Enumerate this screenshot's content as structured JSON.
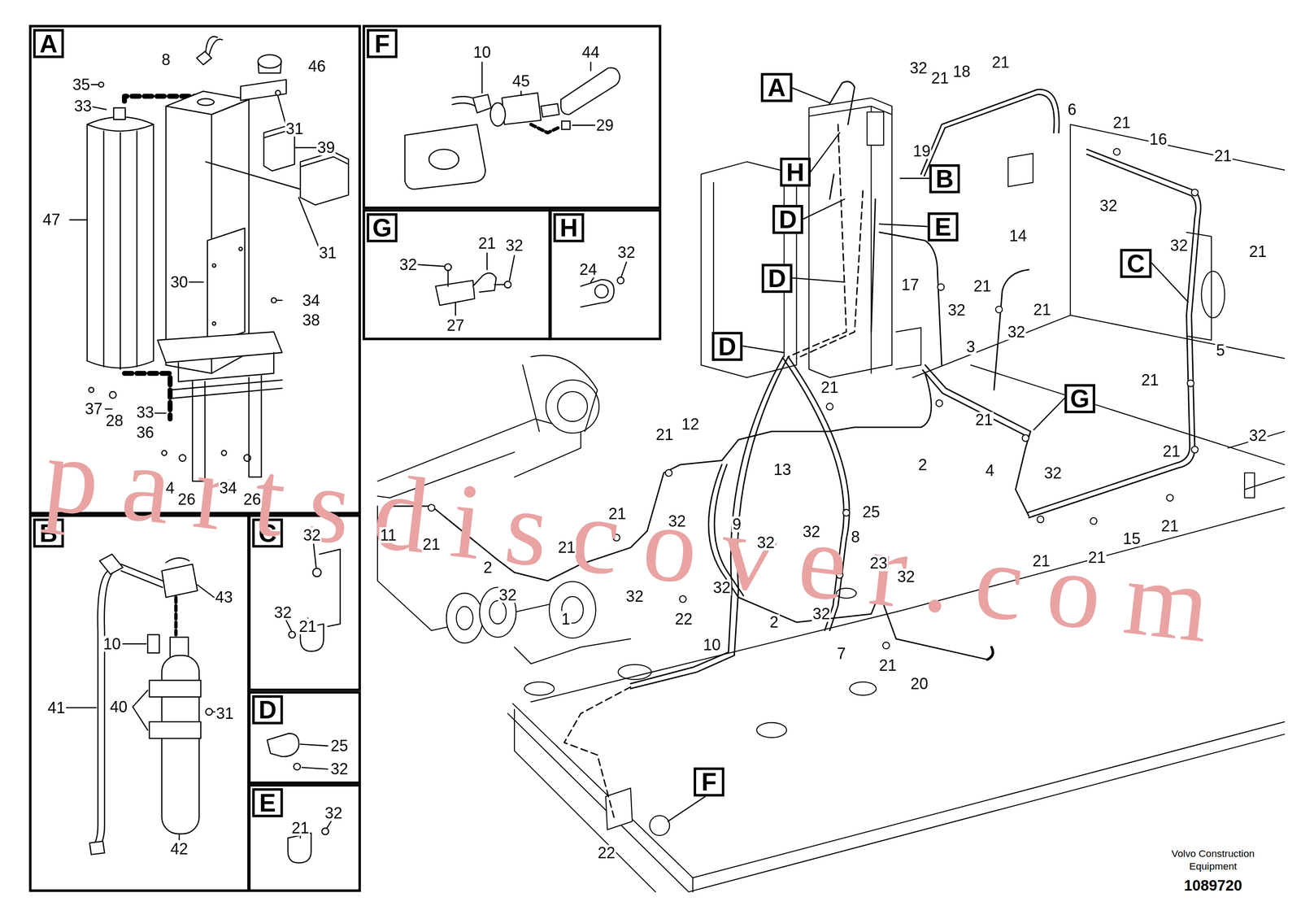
{
  "diagram": {
    "nodes": [
      {
        "text": [
          "A"
        ]
      },
      {
        "text": [
          "F"
        ]
      },
      {
        "text": [
          "G"
        ]
      },
      {
        "text": [
          "H"
        ]
      },
      {
        "text": [
          "B"
        ]
      },
      {
        "text": [
          "C"
        ]
      },
      {
        "text": [
          "D"
        ]
      },
      {
        "text": [
          "E"
        ]
      },
      {
        "text": [
          "A"
        ]
      },
      {
        "text": [
          "H"
        ]
      },
      {
        "text": [
          "B"
        ]
      },
      {
        "text": [
          "D"
        ]
      },
      {
        "text": [
          "E"
        ]
      },
      {
        "text": [
          "C"
        ]
      },
      {
        "text": [
          "D"
        ]
      },
      {
        "text": [
          "D"
        ]
      },
      {
        "text": [
          "G"
        ]
      },
      {
        "text": [
          "F"
        ]
      }
    ],
    "labels": [
      "partsdiscover.com",
      "8",
      "46",
      "35",
      "33",
      "31",
      "39",
      "47",
      "31",
      "30",
      "34",
      "38",
      "37",
      "28",
      "33",
      "36",
      "4",
      "26",
      "34",
      "26",
      "10",
      "44",
      "45",
      "29",
      "21",
      "32",
      "32",
      "27",
      "32",
      "24",
      "43",
      "10",
      "40",
      "31",
      "41",
      "42",
      "32",
      "32",
      "21",
      "25",
      "32",
      "32",
      "21",
      "32",
      "21",
      "18",
      "21",
      "6",
      "19",
      "21",
      "16",
      "21",
      "32",
      "32",
      "21",
      "14",
      "17",
      "21",
      "32",
      "21",
      "3",
      "32",
      "5",
      "21",
      "21",
      "21",
      "2",
      "4",
      "32",
      "32",
      "21",
      "21",
      "12",
      "13",
      "25",
      "32",
      "8",
      "9",
      "11",
      "21",
      "21",
      "32",
      "21",
      "2",
      "32",
      "1",
      "32",
      "32",
      "32",
      "23",
      "32",
      "32",
      "2",
      "22",
      "7",
      "21",
      "20",
      "10",
      "21",
      "21",
      "15",
      "21",
      "22",
      "Volvo Construction Equipment",
      "1089720"
    ]
  }
}
